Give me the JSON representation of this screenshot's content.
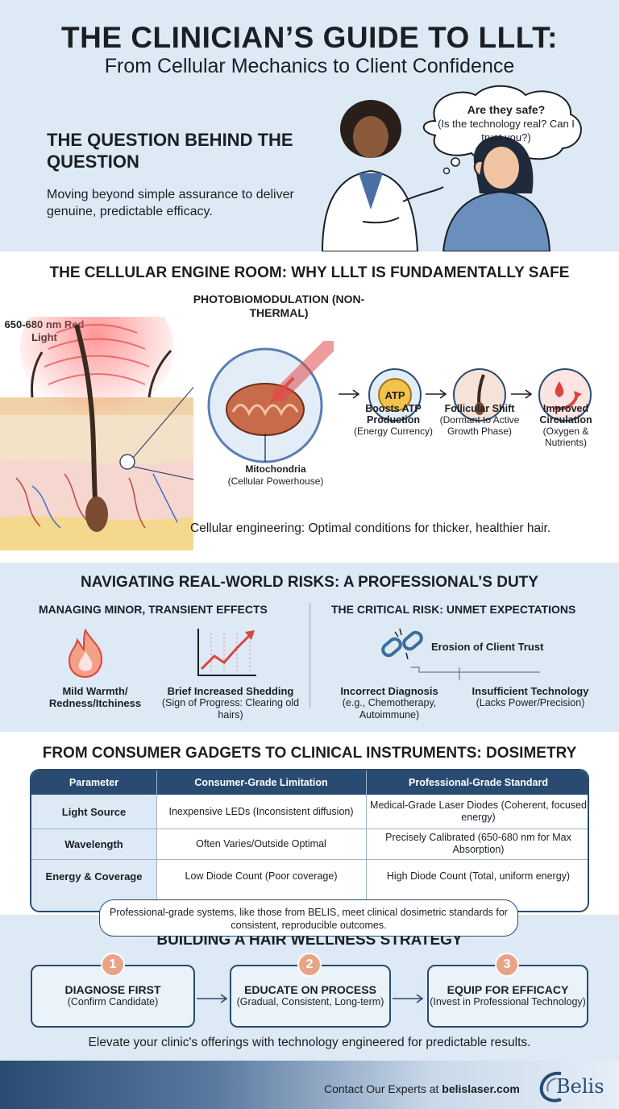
{
  "header": {
    "title": "THE CLINICIAN’S GUIDE TO LLLT:",
    "subtitle": "From Cellular Mechanics to Client Confidence",
    "question_title": "THE QUESTION BEHIND THE QUESTION",
    "question_text": "Moving beyond simple assurance to deliver genuine, predictable efficacy.",
    "bubble_line1": "Are they safe?",
    "bubble_line2": "(Is the technology real? Can I trust you?)"
  },
  "cellular": {
    "title": "THE CELLULAR ENGINE ROOM: WHY LLLT IS FUNDAMENTALLY SAFE",
    "light_label": "650-680 nm Red Light",
    "pbm_label": "PHOTOBIOMODULATION (NON-THERMAL)",
    "atp_icon_text": "ATP",
    "mito_title": "Mitochondria",
    "mito_sub": "(Cellular Powerhouse)",
    "steps": [
      {
        "title": "Boosts ATP Production",
        "desc": "(Energy Currency)"
      },
      {
        "title": "Follicular Shift",
        "desc": "(Dormant to Active Growth Phase)"
      },
      {
        "title": "Improved Circulation",
        "desc": "(Oxygen & Nutrients)"
      }
    ],
    "caption": "Cellular engineering: Optimal conditions for thicker, healthier hair."
  },
  "risks": {
    "title": "NAVIGATING REAL-WORLD RISKS: A PROFESSIONAL’S DUTY",
    "left_title": "MANAGING MINOR, TRANSIENT EFFECTS",
    "right_title": "THE CRITICAL RISK: UNMET EXPECTATIONS",
    "warmth_title": "Mild Warmth/",
    "warmth_desc": "Redness/Itchiness",
    "shedding_title": "Brief Increased Shedding",
    "shedding_desc": "(Sign of Progress: Clearing old hairs)",
    "trust_label": "Erosion of Client Trust",
    "diagnosis_title": "Incorrect Diagnosis",
    "diagnosis_desc": "(e.g., Chemotherapy, Autoimmune)",
    "tech_title": "Insufficient Technology",
    "tech_desc": "(Lacks Power/Precision)"
  },
  "dosimetry": {
    "title": "FROM CONSUMER GADGETS TO CLINICAL INSTRUMENTS: DOSIMETRY",
    "headers": [
      "Parameter",
      "Consumer-Grade Limitation",
      "Professional-Grade Standard"
    ],
    "rows": [
      {
        "param": "Light Source",
        "consumer": "Inexpensive LEDs (Inconsistent diffusion)",
        "pro": "Medical-Grade Laser Diodes (Coherent, focused energy)"
      },
      {
        "param": "Wavelength",
        "consumer": "Often Varies/Outside Optimal",
        "pro": "Precisely Calibrated (650-680 nm for Max Absorption)"
      },
      {
        "param": "Energy & Coverage",
        "consumer": "Low Diode Count (Poor coverage)",
        "pro": "High Diode Count (Total, uniform energy)"
      }
    ],
    "note": "Professional-grade systems, like those from BELIS, meet clinical dosimetric standards for consistent, reproducible outcomes."
  },
  "strategy": {
    "title": "BUILDING A HAIR WELLNESS STRATEGY",
    "steps": [
      {
        "num": "1",
        "title": "DIAGNOSE FIRST",
        "desc": "(Confirm Candidate)"
      },
      {
        "num": "2",
        "title": "EDUCATE ON PROCESS",
        "desc": "(Gradual, Consistent, Long-term)"
      },
      {
        "num": "3",
        "title": "EQUIP FOR EFFICACY",
        "desc": "(Invest in Professional Technology)"
      }
    ],
    "caption": "Elevate your clinic's offerings with technology engineered for predictable results."
  },
  "footer": {
    "contact_prefix": "Contact Our Experts at ",
    "contact_site": "belislaser.com",
    "logo_text": "Belis"
  },
  "colors": {
    "navy": "#294b72",
    "light_blue": "#dde9f5",
    "accent_red": "#d9463e",
    "accent_orange": "#e9a488"
  }
}
